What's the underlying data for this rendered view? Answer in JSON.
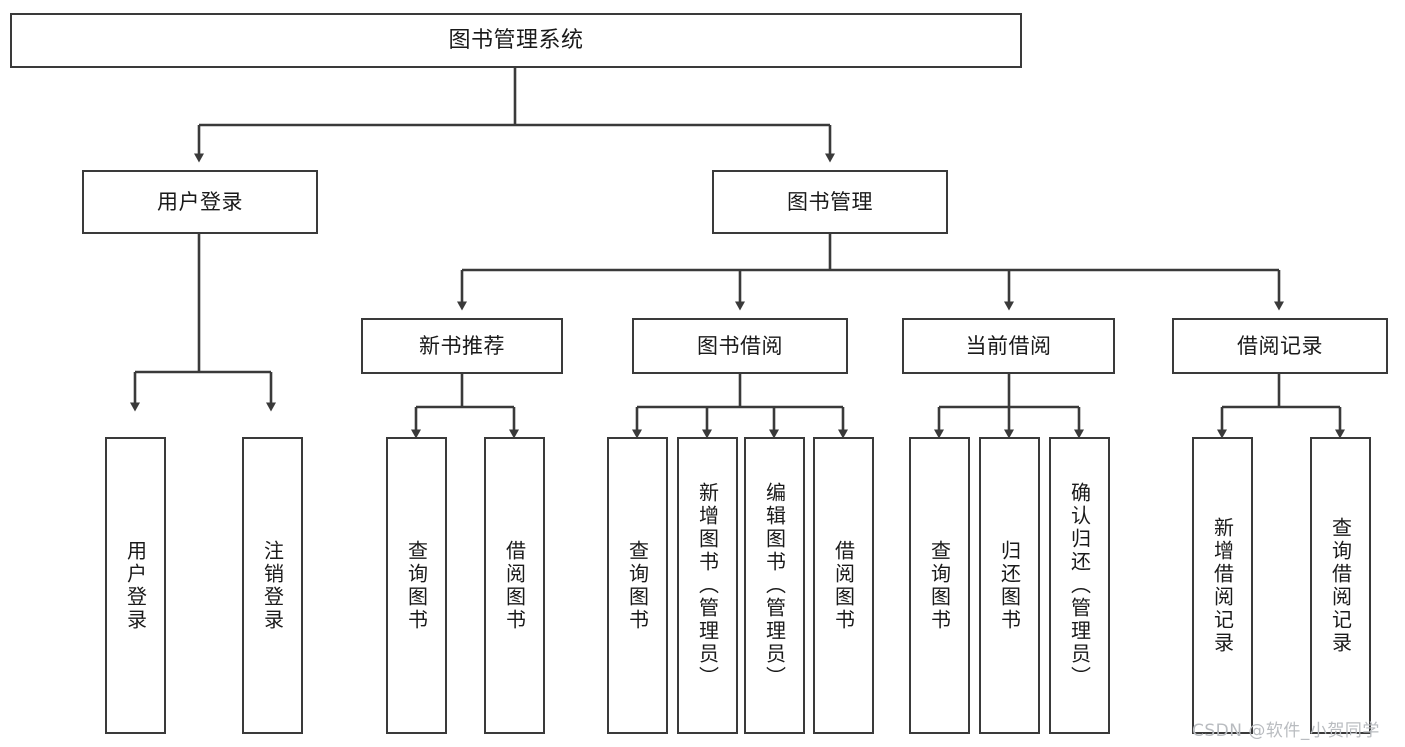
{
  "diagram": {
    "title": "图书管理系统",
    "watermark": "CSDN @软件_小贺同学",
    "colors": {
      "stroke": "#3a3a3a",
      "text": "#1a1a1a",
      "background": "#ffffff",
      "watermark": "#b9bcc0"
    },
    "root": {
      "label": "图书管理系统"
    },
    "level2": [
      {
        "label": "用户登录"
      },
      {
        "label": "图书管理"
      }
    ],
    "level3": [
      {
        "label": "新书推荐"
      },
      {
        "label": "图书借阅"
      },
      {
        "label": "当前借阅"
      },
      {
        "label": "借阅记录"
      }
    ],
    "leaves": [
      {
        "label": "用户登录",
        "parent": "用户登录"
      },
      {
        "label": "注销登录",
        "parent": "用户登录"
      },
      {
        "label": "查询图书",
        "parent": "新书推荐"
      },
      {
        "label": "借阅图书",
        "parent": "新书推荐"
      },
      {
        "label": "查询图书",
        "parent": "图书借阅"
      },
      {
        "label": "新增图书（管理员）",
        "parent": "图书借阅"
      },
      {
        "label": "编辑图书（管理员）",
        "parent": "图书借阅"
      },
      {
        "label": "借阅图书",
        "parent": "图书借阅"
      },
      {
        "label": "查询图书",
        "parent": "当前借阅"
      },
      {
        "label": "归还图书",
        "parent": "当前借阅"
      },
      {
        "label": "确认归还（管理员）",
        "parent": "当前借阅"
      },
      {
        "label": "新增借阅记录",
        "parent": "借阅记录"
      },
      {
        "label": "查询借阅记录",
        "parent": "借阅记录"
      }
    ]
  }
}
